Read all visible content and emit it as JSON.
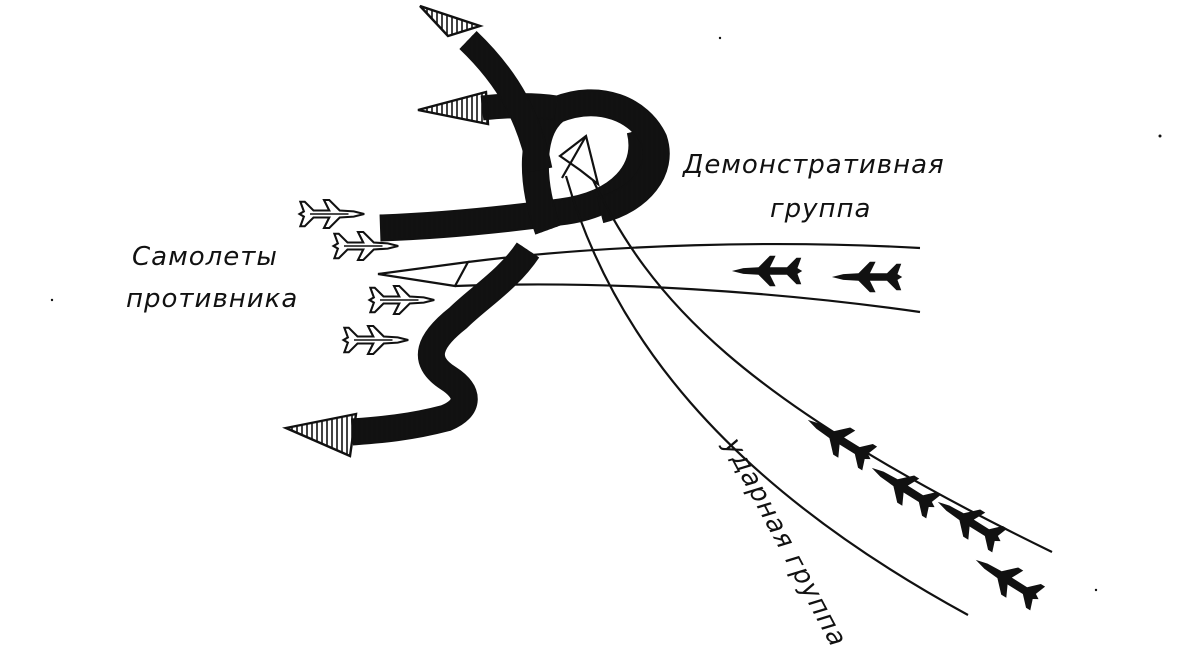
{
  "labels": {
    "demo_line1": "Демонстративная",
    "demo_line2": "группа",
    "enemy_line1": "Самолеты",
    "enemy_line2": "противника",
    "strike_group": "ударная группа"
  },
  "icons": {
    "friendly_aircraft": "jet-fighter-silhouette-black",
    "enemy_aircraft": "jet-fighter-outline"
  },
  "colors": {
    "ink": "#111111",
    "paper": "#ffffff"
  }
}
